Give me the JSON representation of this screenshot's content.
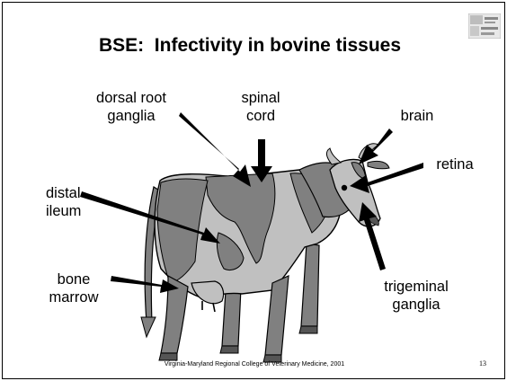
{
  "slide": {
    "title": "BSE:  Infectivity in bovine tissues",
    "labels": {
      "dorsal_root_ganglia": "dorsal root\nganglia",
      "spinal_cord": "spinal\ncord",
      "brain": "brain",
      "retina": "retina",
      "distal_ileum": "distal\nileum",
      "bone_marrow": "bone\nmarrow",
      "trigeminal_ganglia": "trigeminal\nganglia"
    },
    "footer": "Virginia-Maryland Regional College of Veterinary Medicine, 2001",
    "page_number": "13"
  },
  "colors": {
    "cow_dark": "#808080",
    "cow_light": "#c0c0c0",
    "outline": "#000000",
    "arrow": "#000000"
  },
  "icons": [
    "college-logo",
    "cow-illustration",
    "arrow"
  ]
}
